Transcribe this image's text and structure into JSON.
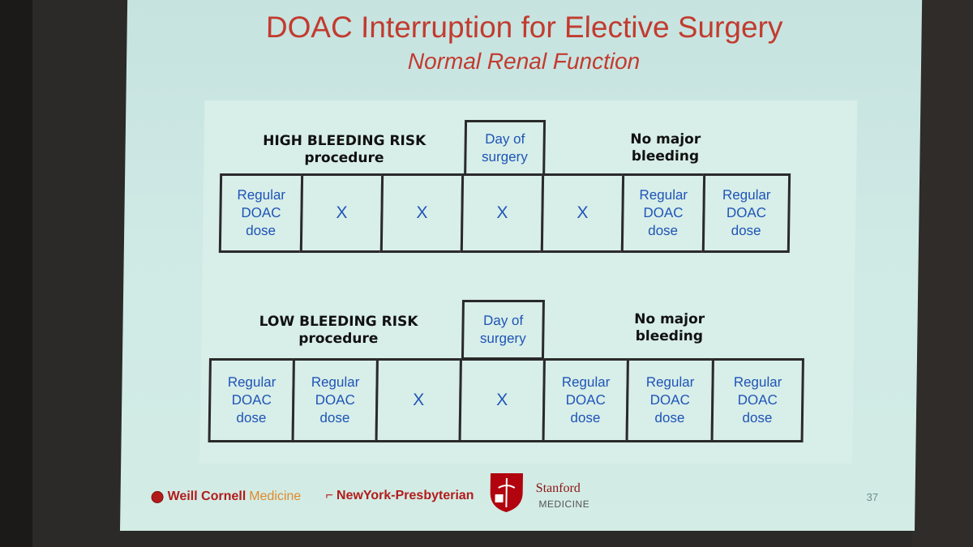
{
  "slide": {
    "title": "DOAC Interruption for Elective Surgery",
    "subtitle": "Normal Renal Function",
    "page_number": "37"
  },
  "high_risk": {
    "heading_line1": "HIGH BLEEDING RISK",
    "heading_line2": "procedure",
    "day_line1": "Day of",
    "day_line2": "surgery",
    "after_line1": "No major",
    "after_line2": "bleeding",
    "cells": [
      {
        "l1": "Regular",
        "l2": "DOAC",
        "l3": "dose"
      },
      {
        "l1": "X"
      },
      {
        "l1": "X"
      },
      {
        "l1": "X"
      },
      {
        "l1": "X"
      },
      {
        "l1": "Regular",
        "l2": "DOAC",
        "l3": "dose"
      },
      {
        "l1": "Regular",
        "l2": "DOAC",
        "l3": "dose"
      }
    ]
  },
  "low_risk": {
    "heading_line1": "LOW BLEEDING RISK",
    "heading_line2": "procedure",
    "day_line1": "Day of",
    "day_line2": "surgery",
    "after_line1": "No major",
    "after_line2": "bleeding",
    "cells": [
      {
        "l1": "Regular",
        "l2": "DOAC",
        "l3": "dose"
      },
      {
        "l1": "Regular",
        "l2": "DOAC",
        "l3": "dose"
      },
      {
        "l1": "X"
      },
      {
        "l1": "X"
      },
      {
        "l1": "Regular",
        "l2": "DOAC",
        "l3": "dose"
      },
      {
        "l1": "Regular",
        "l2": "DOAC",
        "l3": "dose"
      },
      {
        "l1": "Regular",
        "l2": "DOAC",
        "l3": "dose"
      }
    ]
  },
  "logos": {
    "wcm_name": "Weill Cornell",
    "wcm_med": "Medicine",
    "nyp_name": "NewYork-Presbyterian",
    "stanford_name": "Stanford",
    "stanford_sub": "MEDICINE"
  },
  "colors": {
    "title": "#c23b2f",
    "cell_text": "#1f55b8",
    "border": "#2a2a2a",
    "slide_bg": "#cfe9e5"
  }
}
